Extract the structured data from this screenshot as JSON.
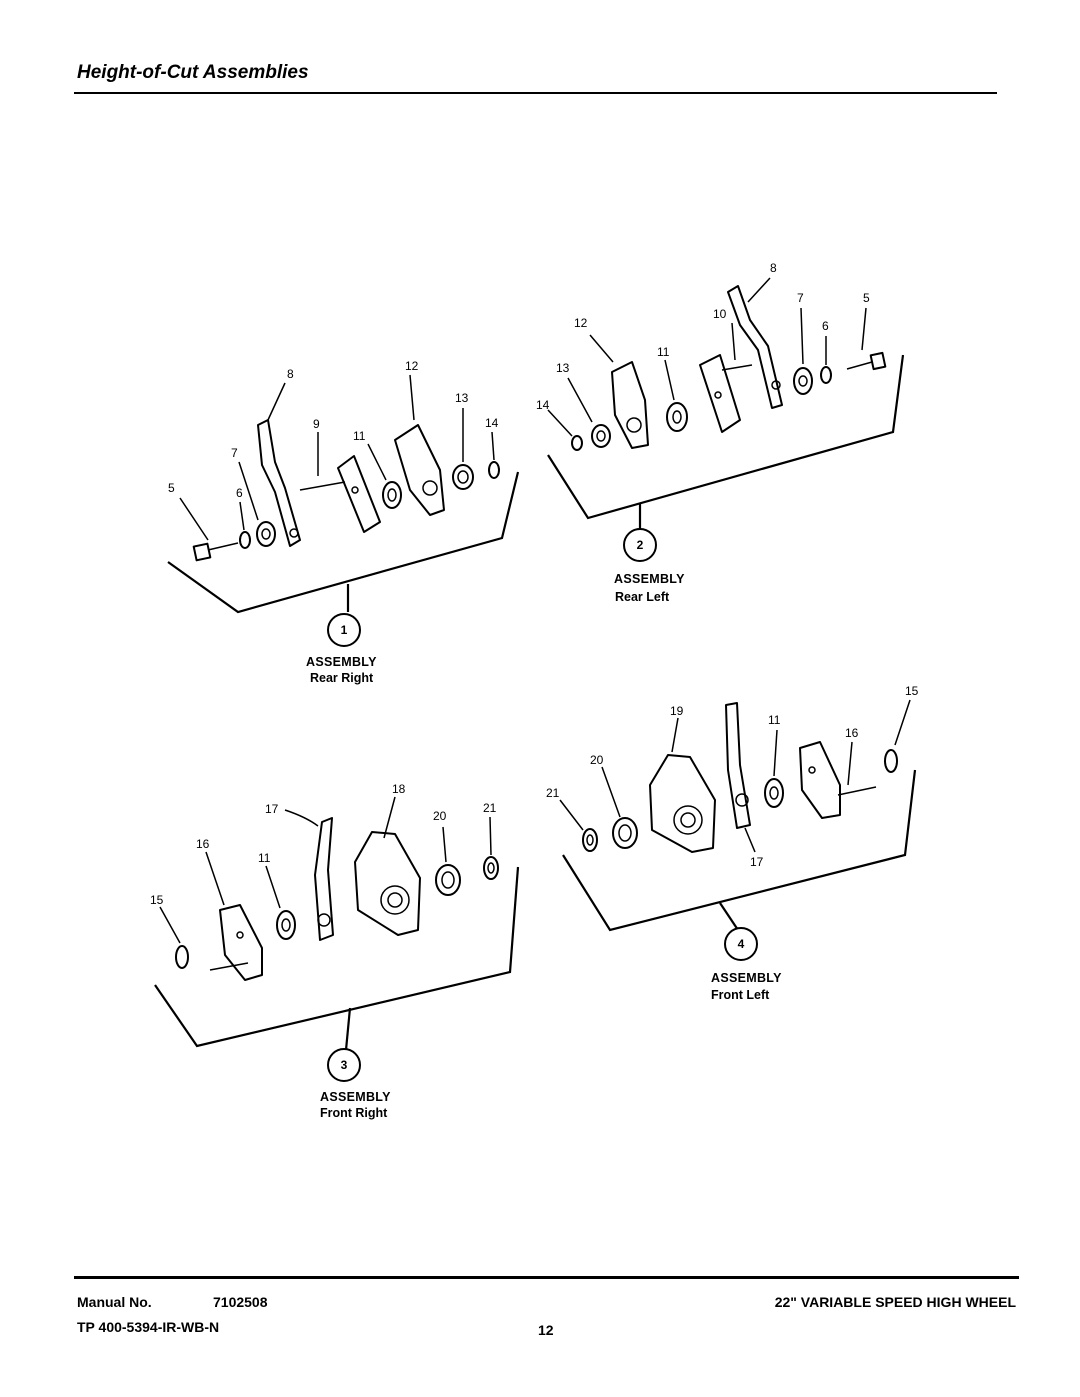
{
  "page": {
    "title": "Height-of-Cut Assemblies"
  },
  "assemblies": [
    {
      "number": "1",
      "heading": "ASSEMBLY",
      "position": "Rear Right",
      "callouts": [
        "8",
        "12",
        "13",
        "14",
        "9",
        "11",
        "7",
        "5",
        "6"
      ]
    },
    {
      "number": "2",
      "heading": "ASSEMBLY",
      "position": "Rear Left",
      "callouts": [
        "8",
        "7",
        "5",
        "10",
        "12",
        "6",
        "11",
        "13",
        "14"
      ]
    },
    {
      "number": "3",
      "heading": "ASSEMBLY",
      "position": "Front Right",
      "callouts": [
        "18",
        "17",
        "20",
        "21",
        "16",
        "11",
        "15"
      ]
    },
    {
      "number": "4",
      "heading": "ASSEMBLY",
      "position": "Front Left",
      "callouts": [
        "15",
        "19",
        "11",
        "16",
        "20",
        "21",
        "17"
      ]
    }
  ],
  "footer": {
    "manual_label": "Manual No.",
    "manual_number": "7102508",
    "model": "22\" VARIABLE SPEED HIGH WHEEL",
    "tp_code": "TP 400-5394-IR-WB-N",
    "page_number": "12"
  }
}
